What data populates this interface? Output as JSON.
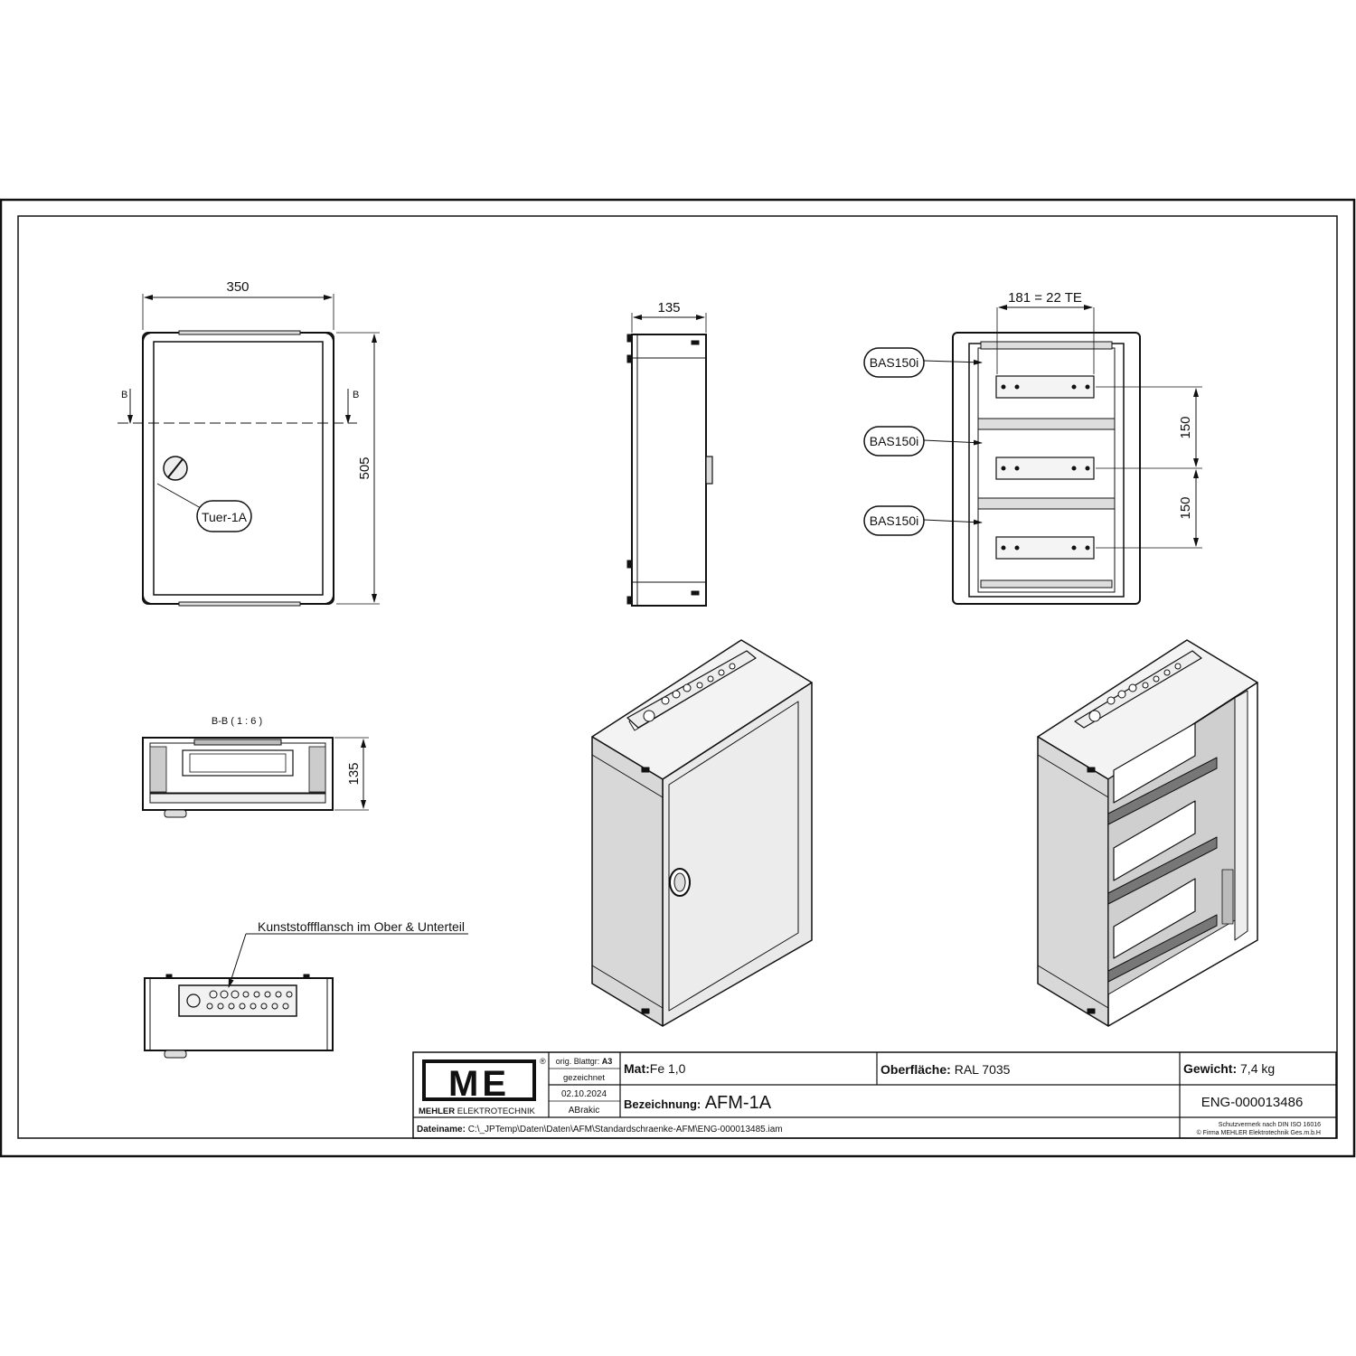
{
  "views": {
    "front": {
      "width_label": "350",
      "height_label": "505",
      "section_marker_left": "B",
      "section_marker_right": "B",
      "door_callout": "Tuer-1A"
    },
    "side": {
      "depth_label": "135"
    },
    "interior": {
      "width_label": "181 = 22 TE",
      "row_height_1": "150",
      "row_height_2": "150",
      "rail_callouts": [
        "BAS150i",
        "BAS150i",
        "BAS150i"
      ]
    },
    "section": {
      "title": "B-B ( 1 : 6 )",
      "depth_label": "135"
    },
    "top": {
      "flange_note": "Kunststoffflansch im Ober & Unterteil"
    }
  },
  "title_block": {
    "logo_text": "ME",
    "registered_mark": "®",
    "company": "MEHLER ELEKTROTECHNIK",
    "company_bold": "MEHLER",
    "company_rest": "ELEKTROTECHNIK",
    "orig_label": "orig. Blattgr:",
    "orig_value": "A3",
    "drawn_label": "gezeichnet",
    "date": "02.10.2024",
    "author": "ABrakic",
    "mat_label": "Mat:",
    "mat_value": "Fe 1,0",
    "surface_label": "Oberfläche:",
    "surface_value": "RAL 7035",
    "weight_label": "Gewicht:",
    "weight_value": "7,4 kg",
    "designation_label": "Bezeichnung:",
    "designation_value": "AFM-1A",
    "drawing_number": "ENG-000013486",
    "filename_label": "Dateiname:",
    "filename_value": "C:\\_JPTemp\\Daten\\Daten\\AFM\\Standardschraenke-AFM\\ENG-000013485.iam",
    "protection_note": "Schutzvermerk nach DIN ISO 16016",
    "copyright": "© Firma MEHLER Elektrotechnik Ges.m.b.H"
  }
}
